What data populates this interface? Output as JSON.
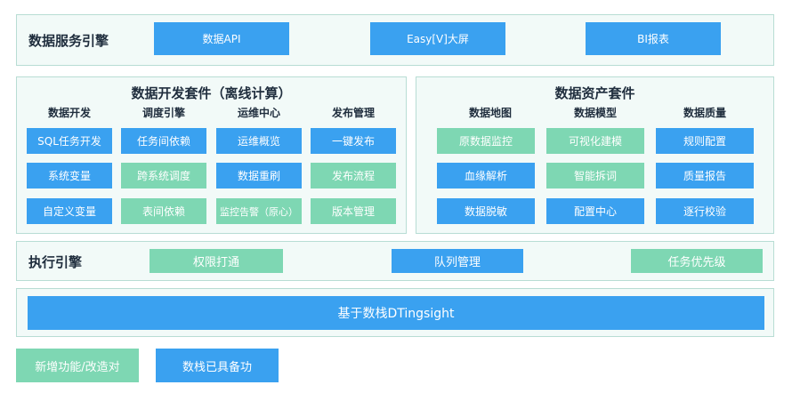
{
  "service_engine": {
    "title": "数据服务引擎",
    "items": [
      "数据API",
      "Easy[V]大屏",
      "BI报表"
    ]
  },
  "dev_suite": {
    "title": "数据开发套件（离线计算）",
    "columns": [
      {
        "header": "数据开发",
        "items": [
          "SQL任务开发",
          "系统变量",
          "自定义变量"
        ]
      },
      {
        "header": "调度引擎",
        "items": [
          "任务间依赖",
          "跨系统调度",
          "表间依赖"
        ]
      },
      {
        "header": "运维中心",
        "items": [
          "运维概览",
          "数据重刷",
          "监控告警（原心）"
        ]
      },
      {
        "header": "发布管理",
        "items": [
          "一键发布",
          "发布流程",
          "版本管理"
        ]
      }
    ]
  },
  "asset_suite": {
    "title": "数据资产套件",
    "columns": [
      {
        "header": "数据地图",
        "items": [
          "原数据监控",
          "血缘解析",
          "数据脱敏"
        ]
      },
      {
        "header": "数据模型",
        "items": [
          "可视化建模",
          "智能拆词",
          "配置中心"
        ]
      },
      {
        "header": "数据质量",
        "items": [
          "规则配置",
          "质量报告",
          "逐行校验"
        ]
      }
    ]
  },
  "exec_engine": {
    "title": "执行引擎",
    "items": [
      "权限打通",
      "队列管理",
      "任务优先级"
    ]
  },
  "base": {
    "label": "基于数栈DTingsight"
  },
  "legend": {
    "new_label": "新增功能/改造对",
    "existing_label": "数栈已具备功"
  },
  "colors": {
    "blue": "#3aa1f0",
    "green": "#7ed7b3",
    "panel_bg": "#f2faf8",
    "panel_border": "#b8ddd4"
  }
}
